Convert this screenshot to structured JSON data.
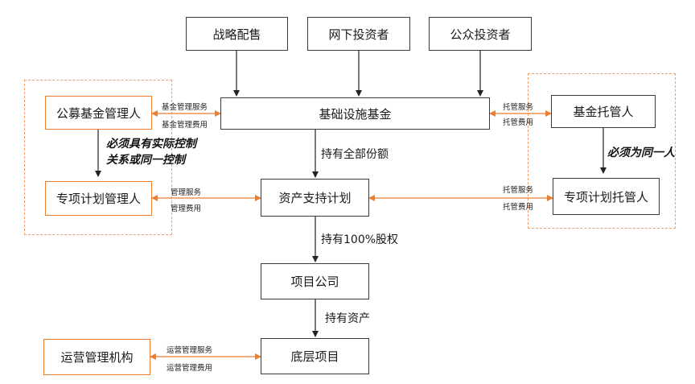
{
  "boxes": {
    "strategic_placement": "战略配售",
    "offline_investors": "网下投资者",
    "public_investors": "公众投资者",
    "public_fund_manager": "公募基金管理人",
    "infra_fund": "基础设施基金",
    "fund_custodian": "基金托管人",
    "special_plan_manager": "专项计划管理人",
    "abs_plan": "资产支持计划",
    "special_plan_custodian": "专项计划托管人",
    "project_company": "项目公司",
    "underlying_project": "底层项目",
    "operation_manager": "运营管理机构"
  },
  "links": {
    "fund_mgmt_service": "基金管理服务",
    "fund_mgmt_fee": "基金管理费用",
    "custody_service_1": "托管服务",
    "custody_fee_1": "托管费用",
    "mgmt_service": "管理服务",
    "mgmt_fee": "管理费用",
    "custody_service_2": "托管服务",
    "custody_fee_2": "托管费用",
    "ops_mgmt_service": "运营管理服务",
    "ops_mgmt_fee": "运营管理费用"
  },
  "flows": {
    "hold_all_shares": "持有全部份额",
    "hold_100_equity": "持有100%股权",
    "hold_assets": "持有资产"
  },
  "notes": {
    "control_line1": "必须具有实际控制",
    "control_line2": "关系或同一控制",
    "same_person": "必须为同一人"
  },
  "colors": {
    "orange_accent": "#ed7d31",
    "dark_border": "#3a3a3a",
    "dashed_group": "#f0a070"
  }
}
